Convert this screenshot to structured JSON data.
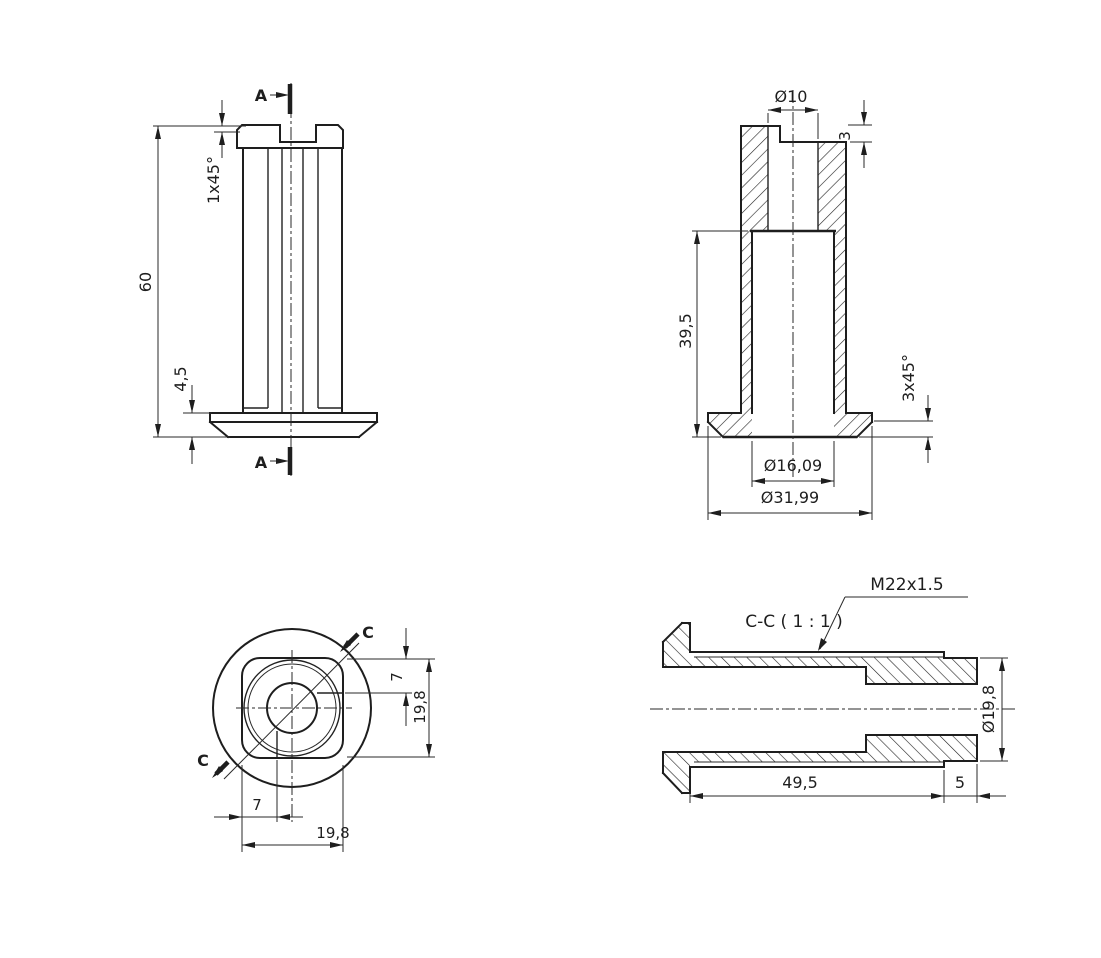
{
  "drawing": {
    "colors": {
      "line": "#1e1e1e",
      "background": "#ffffff"
    },
    "front_view": {
      "dim_total_height": "60",
      "dim_flange_height": "4,5",
      "dim_top_chamfer": "1x45°",
      "section_label_top": "A",
      "section_label_bottom": "A"
    },
    "section_view": {
      "dim_top_bore": "Ø10",
      "dim_recess_depth": "3",
      "dim_body_length": "39,5",
      "dim_flange_chamfer": "3x45°",
      "dim_inner_bore": "Ø16,09",
      "dim_flange_od": "Ø31,99"
    },
    "bottom_view": {
      "section_label_start": "C",
      "section_label_end": "C",
      "dim_flat_offset_vertical": "7",
      "dim_height_across": "19,8",
      "dim_flat_offset_horizontal": "7",
      "dim_width_across": "19,8"
    },
    "cc_view": {
      "title": "C-C  ( 1 : 1 )",
      "thread_callout": "M22x1.5",
      "dim_thread_length": "49,5",
      "dim_end_length": "5",
      "dim_end_diameter": "Ø19,8"
    }
  }
}
